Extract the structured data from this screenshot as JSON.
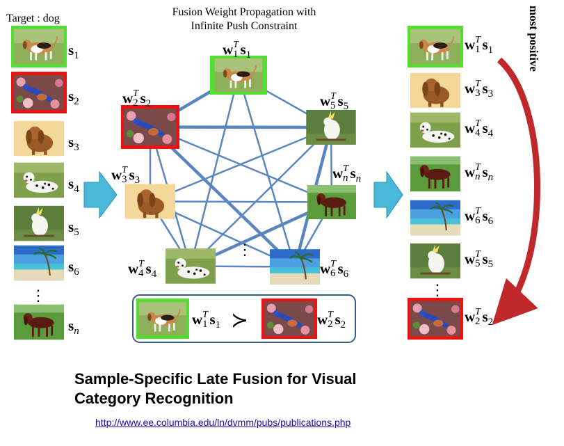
{
  "target_label": "Target : dog",
  "center_title_line1": "Fusion Weight Propagation with",
  "center_title_line2": "Infinite Push Constraint",
  "side_label": "most positive",
  "ellipsis": "⋮",
  "symbols": {
    "w": "w",
    "s": "s",
    "T": "T",
    "succ": "≻"
  },
  "left_column": [
    {
      "sub": "1",
      "image": "beagle",
      "frame": "#55dd33"
    },
    {
      "sub": "2",
      "image": "bird",
      "frame": "#ee1111"
    },
    {
      "sub": "3",
      "image": "spaniel",
      "frame": ""
    },
    {
      "sub": "4",
      "image": "dalmatian",
      "frame": ""
    },
    {
      "sub": "5",
      "image": "cockatoo",
      "frame": ""
    },
    {
      "sub": "6",
      "image": "beach",
      "frame": ""
    },
    {
      "sub": "n",
      "image": "setter",
      "frame": ""
    }
  ],
  "graph_nodes": [
    {
      "id": "1",
      "sub": "1",
      "image": "beagle",
      "frame": "#55dd33"
    },
    {
      "id": "2",
      "sub": "2",
      "image": "bird",
      "frame": "#ee1111"
    },
    {
      "id": "5",
      "sub": "5",
      "image": "cockatoo",
      "frame": ""
    },
    {
      "id": "3",
      "sub": "3",
      "image": "spaniel",
      "frame": ""
    },
    {
      "id": "n",
      "sub": "n",
      "image": "setter",
      "frame": ""
    },
    {
      "id": "4",
      "sub": "4",
      "image": "dalmatian",
      "frame": ""
    },
    {
      "id": "6",
      "sub": "6",
      "image": "beach",
      "frame": ""
    }
  ],
  "graph_edges": [
    [
      "1",
      "2"
    ],
    [
      "1",
      "5"
    ],
    [
      "1",
      "4"
    ],
    [
      "1",
      "6"
    ],
    [
      "2",
      "5"
    ],
    [
      "2",
      "3"
    ],
    [
      "2",
      "n"
    ],
    [
      "2",
      "4"
    ],
    [
      "2",
      "6"
    ],
    [
      "5",
      "3"
    ],
    [
      "5",
      "n"
    ],
    [
      "5",
      "4"
    ],
    [
      "5",
      "6"
    ],
    [
      "3",
      "n"
    ],
    [
      "3",
      "4"
    ],
    [
      "3",
      "6"
    ],
    [
      "n",
      "4"
    ],
    [
      "n",
      "6"
    ],
    [
      "4",
      "6"
    ]
  ],
  "constraint_box": {
    "left": {
      "sub": "1",
      "image": "beagle",
      "frame": "#55dd33"
    },
    "right": {
      "sub": "2",
      "image": "bird",
      "frame": "#ee1111"
    }
  },
  "right_column": [
    {
      "sub": "1",
      "image": "beagle",
      "frame": "#55dd33"
    },
    {
      "sub": "3",
      "image": "spaniel",
      "frame": ""
    },
    {
      "sub": "4",
      "image": "dalmatian",
      "frame": ""
    },
    {
      "sub": "n",
      "image": "setter",
      "frame": ""
    },
    {
      "sub": "6",
      "image": "beach",
      "frame": ""
    },
    {
      "sub": "5",
      "image": "cockatoo",
      "frame": ""
    },
    {
      "sub": "2",
      "image": "bird",
      "frame": "#ee1111"
    }
  ],
  "caption_line1": "Sample-Specific Late Fusion for Visual",
  "caption_line2": "Category Recognition",
  "url": "http://www.ee.columbia.edu/ln/dvmm/pubs/publications.php",
  "colors": {
    "green_frame": "#55dd33",
    "red_frame": "#ee1111",
    "edge": "#5a86c0",
    "arrow": "#4ab8d8",
    "curve_arrow": "#c0282c",
    "box_border": "#3a5c8c"
  }
}
